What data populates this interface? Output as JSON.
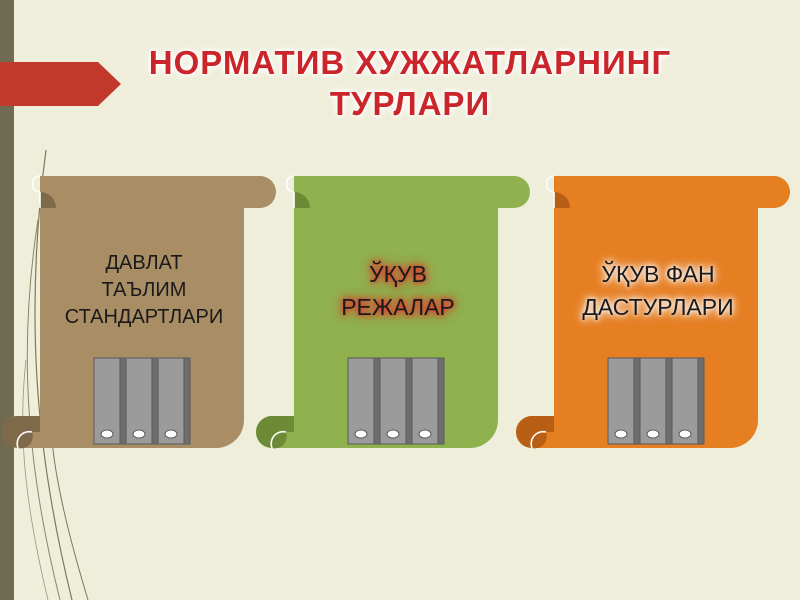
{
  "title": {
    "line1": "НОРМАТИВ ХУЖЖАТЛАРНИНГ",
    "line2": "ТУРЛАРИ"
  },
  "scrolls": [
    {
      "lines": [
        "ДАВЛАТ",
        "ТАЪЛИМ",
        "СТАНДАРТЛАРИ"
      ],
      "color": "#a88d65",
      "dark": "#7e6a4b",
      "glow": "none"
    },
    {
      "lines": [
        "ЎҚУВ",
        "РЕЖАЛАР"
      ],
      "color": "#8fb14e",
      "dark": "#6d8a37",
      "glow": "#e0382e"
    },
    {
      "lines": [
        "ЎҚУВ ФАН",
        "ДАСТУРЛАРИ"
      ],
      "color": "#e67e22",
      "dark": "#b85f15",
      "glow": "#ffffff"
    }
  ],
  "colors": {
    "background": "#efeedb",
    "strip": "#6f6a50",
    "arrow": "#c0392b",
    "title": "#c9252b",
    "binder": "#9b9b9b"
  },
  "icons": [
    "binder-icon",
    "arrow-icon",
    "scroll-shape"
  ]
}
